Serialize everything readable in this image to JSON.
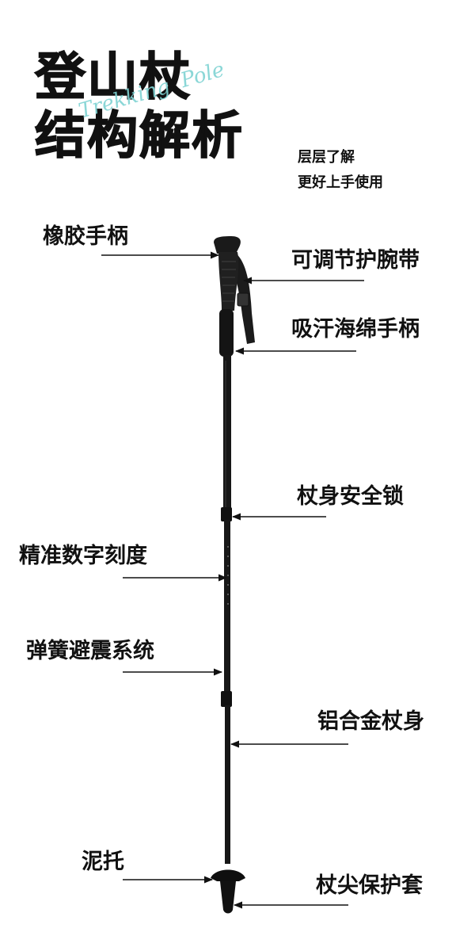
{
  "title": {
    "line1": "登山杖",
    "line2": "结构解析",
    "script_word1": "Trekking",
    "script_word2": "Pole"
  },
  "subtitle": {
    "line1": "层层了解",
    "line2": "更好上手使用"
  },
  "labels": {
    "rubber_grip": "橡胶手柄",
    "wrist_strap": "可调节护腕带",
    "foam_grip": "吸汗海绵手柄",
    "safety_lock": "杖身安全锁",
    "scale": "精准数字刻度",
    "shock_system": "弹簧避震系统",
    "aluminum_body": "铝合金杖身",
    "mud_basket": "泥托",
    "tip_cover": "杖尖保护套"
  },
  "colors": {
    "text": "#111111",
    "accent_script": "#7fd3d3",
    "pole": "#151515",
    "background": "#ffffff"
  }
}
